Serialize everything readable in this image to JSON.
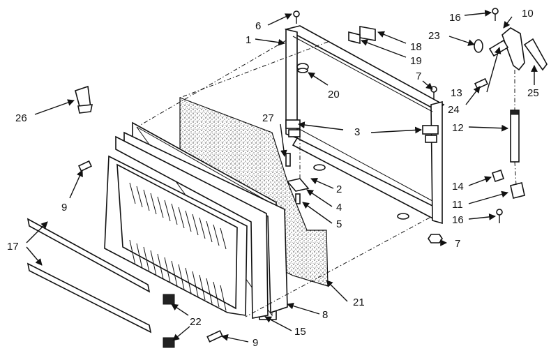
{
  "diagram": {
    "callouts": [
      "1",
      "2",
      "3",
      "4",
      "5",
      "6",
      "7",
      "7",
      "8",
      "9",
      "9",
      "10",
      "11",
      "12",
      "13",
      "14",
      "15",
      "16",
      "16",
      "17",
      "18",
      "19",
      "20",
      "21",
      "22",
      "23",
      "24",
      "25",
      "26",
      "27"
    ]
  }
}
